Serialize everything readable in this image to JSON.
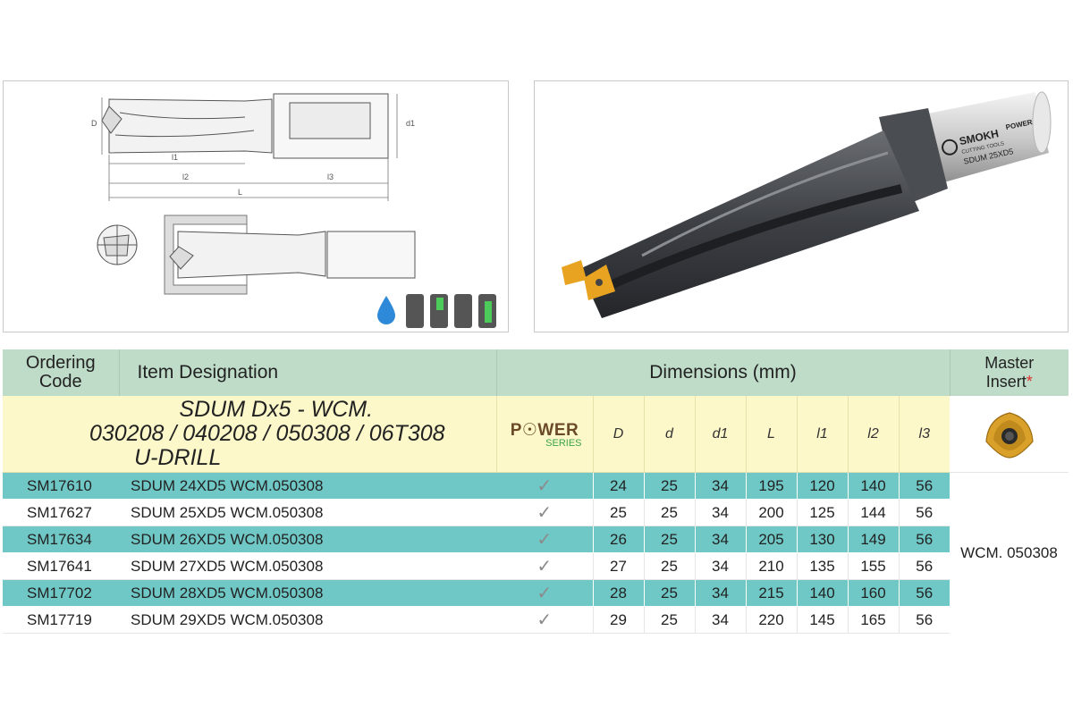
{
  "drawing": {
    "dim_labels": [
      "D",
      "d1",
      "l1",
      "l2",
      "l3",
      "L"
    ]
  },
  "photo": {
    "brand_text": "SMOKH",
    "brand_subtext": "CUTTING TOOLS",
    "series_text": "POWER",
    "model_text": "SDUM 25XD5"
  },
  "table": {
    "headers": {
      "ordering_code": [
        "Ordering",
        "Code"
      ],
      "item_designation": "Item Designation",
      "dimensions": "Dimensions (mm)",
      "master_insert": [
        "Master",
        "Insert"
      ],
      "master_star": "*"
    },
    "band": {
      "title_lines": [
        "SDUM Dx5 - WCM.",
        "030208 / 040208 / 050308 / 06T308",
        "U-DRILL"
      ],
      "series_logo_main": "P☉WER",
      "series_logo_sub": "SERIES",
      "dim_columns": [
        "D",
        "d",
        "d1",
        "L",
        "l1",
        "l2",
        "l3"
      ]
    },
    "master_insert_value": "WCM. 050308",
    "rows": [
      {
        "code": "SM17610",
        "designation": "SDUM 24XD5 WCM.050308",
        "D": "24",
        "d": "25",
        "d1": "34",
        "L": "195",
        "l1": "120",
        "l2": "140",
        "l3": "56"
      },
      {
        "code": "SM17627",
        "designation": "SDUM 25XD5 WCM.050308",
        "D": "25",
        "d": "25",
        "d1": "34",
        "L": "200",
        "l1": "125",
        "l2": "144",
        "l3": "56"
      },
      {
        "code": "SM17634",
        "designation": "SDUM 26XD5 WCM.050308",
        "D": "26",
        "d": "25",
        "d1": "34",
        "L": "205",
        "l1": "130",
        "l2": "149",
        "l3": "56"
      },
      {
        "code": "SM17641",
        "designation": "SDUM 27XD5 WCM.050308",
        "D": "27",
        "d": "25",
        "d1": "34",
        "L": "210",
        "l1": "135",
        "l2": "155",
        "l3": "56"
      },
      {
        "code": "SM17702",
        "designation": "SDUM 28XD5 WCM.050308",
        "D": "28",
        "d": "25",
        "d1": "34",
        "L": "215",
        "l1": "140",
        "l2": "160",
        "l3": "56"
      },
      {
        "code": "SM17719",
        "designation": "SDUM 29XD5 WCM.050308",
        "D": "29",
        "d": "25",
        "d1": "34",
        "L": "220",
        "l1": "145",
        "l2": "165",
        "l3": "56"
      }
    ],
    "check_icon": "check-icon",
    "row_colors": [
      "#6fc8c6",
      "#ffffff"
    ]
  },
  "colors": {
    "header_bg": "#bfdcc9",
    "band_bg": "#fcf8c9",
    "teal_row": "#6fc8c6",
    "logo_brown": "#6b4a2a",
    "logo_green": "#3aa548",
    "insert_gold": "#d9a12a"
  }
}
